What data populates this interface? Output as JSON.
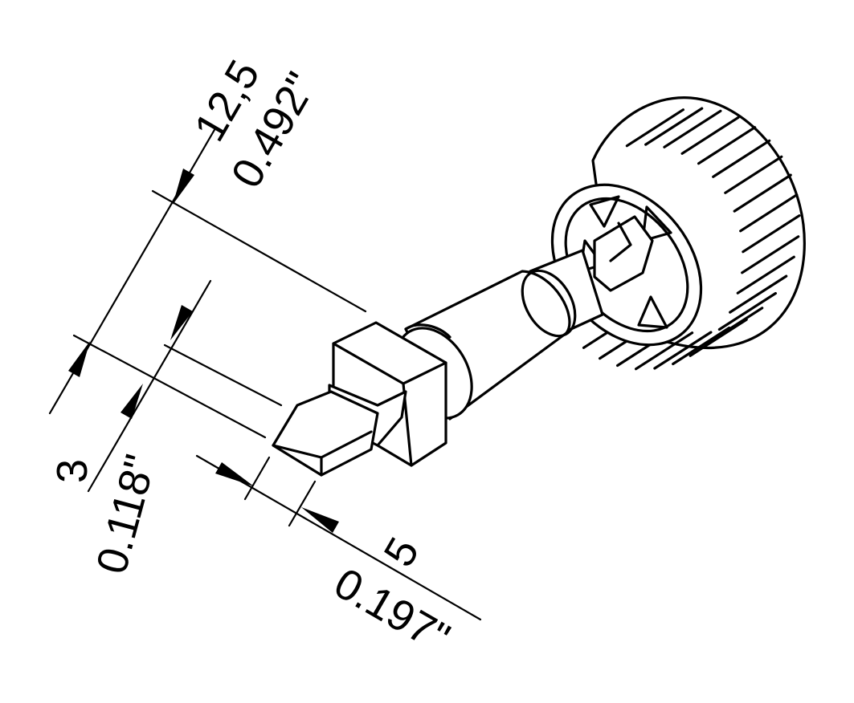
{
  "dimensions": {
    "length": {
      "mm": "12,5",
      "inch": "0.492\""
    },
    "thickness": {
      "mm": "3",
      "inch": "0.118\""
    },
    "width": {
      "mm": "5",
      "inch": "0.197\""
    }
  },
  "colors": {
    "line": "#000000",
    "background": "#ffffff"
  }
}
